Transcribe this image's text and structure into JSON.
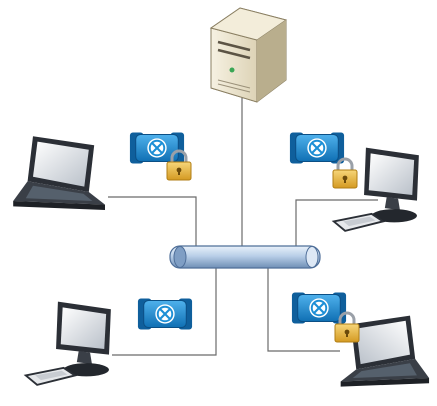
{
  "diagram": {
    "kind": "network-topology",
    "nodes": [
      {
        "id": "server",
        "icon": "server-tower-icon"
      },
      {
        "id": "laptop-left",
        "icon": "laptop-icon"
      },
      {
        "id": "desktop-right-top",
        "icon": "desktop-computer-icon"
      },
      {
        "id": "desktop-left-bottom",
        "icon": "desktop-computer-icon"
      },
      {
        "id": "laptop-right-bottom",
        "icon": "laptop-icon"
      },
      {
        "id": "hub",
        "icon": "network-bus-pipe-icon"
      }
    ],
    "edges": [
      [
        "server",
        "hub"
      ],
      [
        "laptop-left",
        "hub"
      ],
      [
        "desktop-right-top",
        "hub"
      ],
      [
        "desktop-left-bottom",
        "hub"
      ],
      [
        "laptop-right-bottom",
        "hub"
      ]
    ],
    "badges": [
      {
        "near": "laptop-left",
        "icon": "encrypted-connection-icon",
        "locked": true
      },
      {
        "near": "desktop-right-top",
        "icon": "encrypted-connection-icon",
        "locked": true
      },
      {
        "near": "desktop-left-bottom",
        "icon": "unencrypted-connection-icon",
        "locked": false
      },
      {
        "near": "laptop-right-bottom",
        "icon": "encrypted-connection-icon",
        "locked": true
      }
    ],
    "colors": {
      "badge_blue": "#1d8fd6",
      "badge_blue_dark": "#0f5f9c",
      "padlock_gold": "#e8b53d",
      "pipe_blue": "#b9cfe8",
      "server_beige": "#ece4cd",
      "screen_gray": "#d9dde3"
    }
  }
}
